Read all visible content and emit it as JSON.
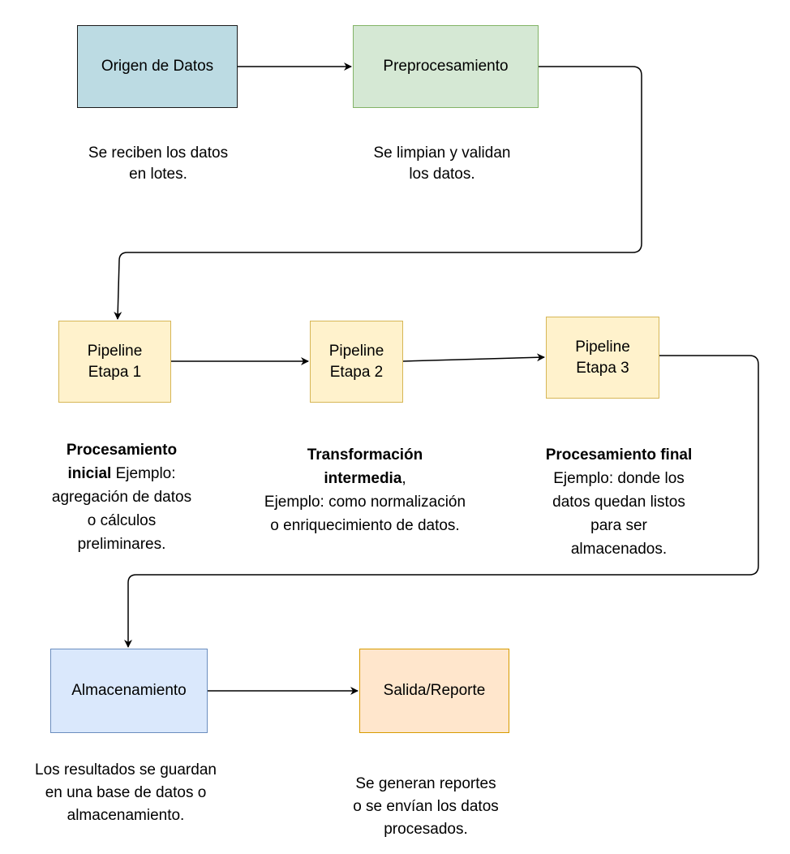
{
  "colors": {
    "origen_fill": "#bcdbe3",
    "origen_border": "#1a1a1a",
    "preproc_fill": "#d5e8d4",
    "preproc_border": "#82b366",
    "pipeline_fill": "#fff2cc",
    "pipeline_border": "#d6b656",
    "almacen_fill": "#dae8fc",
    "almacen_border": "#6c8ebf",
    "salida_fill": "#ffe6cc",
    "salida_border": "#d79b00",
    "edge": "#000000"
  },
  "nodes": {
    "origen": {
      "label": "Origen de Datos"
    },
    "preproc": {
      "label": "Preprocesamiento"
    },
    "stage1": {
      "line1": "Pipeline",
      "line2": "Etapa 1"
    },
    "stage2": {
      "line1": "Pipeline",
      "line2": "Etapa 2"
    },
    "stage3": {
      "line1": "Pipeline",
      "line2": "Etapa 3"
    },
    "almacen": {
      "label": "Almacenamiento"
    },
    "salida": {
      "label": "Salida/Reporte"
    }
  },
  "captions": {
    "origen": {
      "l1": "Se reciben los datos",
      "l2": "en lotes."
    },
    "preproc": {
      "l1": "Se limpian y validan",
      "l2": "los datos."
    },
    "stage1": {
      "bold1": "Procesamiento",
      "bold2": "inicial",
      "l2_rest": " Ejemplo:",
      "l3": "agregación de datos",
      "l4": "o cálculos",
      "l5": "preliminares."
    },
    "stage2": {
      "bold1": "Transformación",
      "bold2": "intermedia",
      "l2_rest": ",",
      "l3": "Ejemplo: como normalización",
      "l4": "o enriquecimiento de datos."
    },
    "stage3": {
      "bold1": "Procesamiento final",
      "l2": "Ejemplo: donde los",
      "l3": "datos quedan listos",
      "l4": "para ser",
      "l5": "almacenados."
    },
    "almacen": {
      "l1": "Los resultados se guardan",
      "l2": "en una base de datos o",
      "l3": "almacenamiento."
    },
    "salida": {
      "l1": "Se generan reportes",
      "l2": "o se envían los datos",
      "l3": "procesados."
    }
  }
}
